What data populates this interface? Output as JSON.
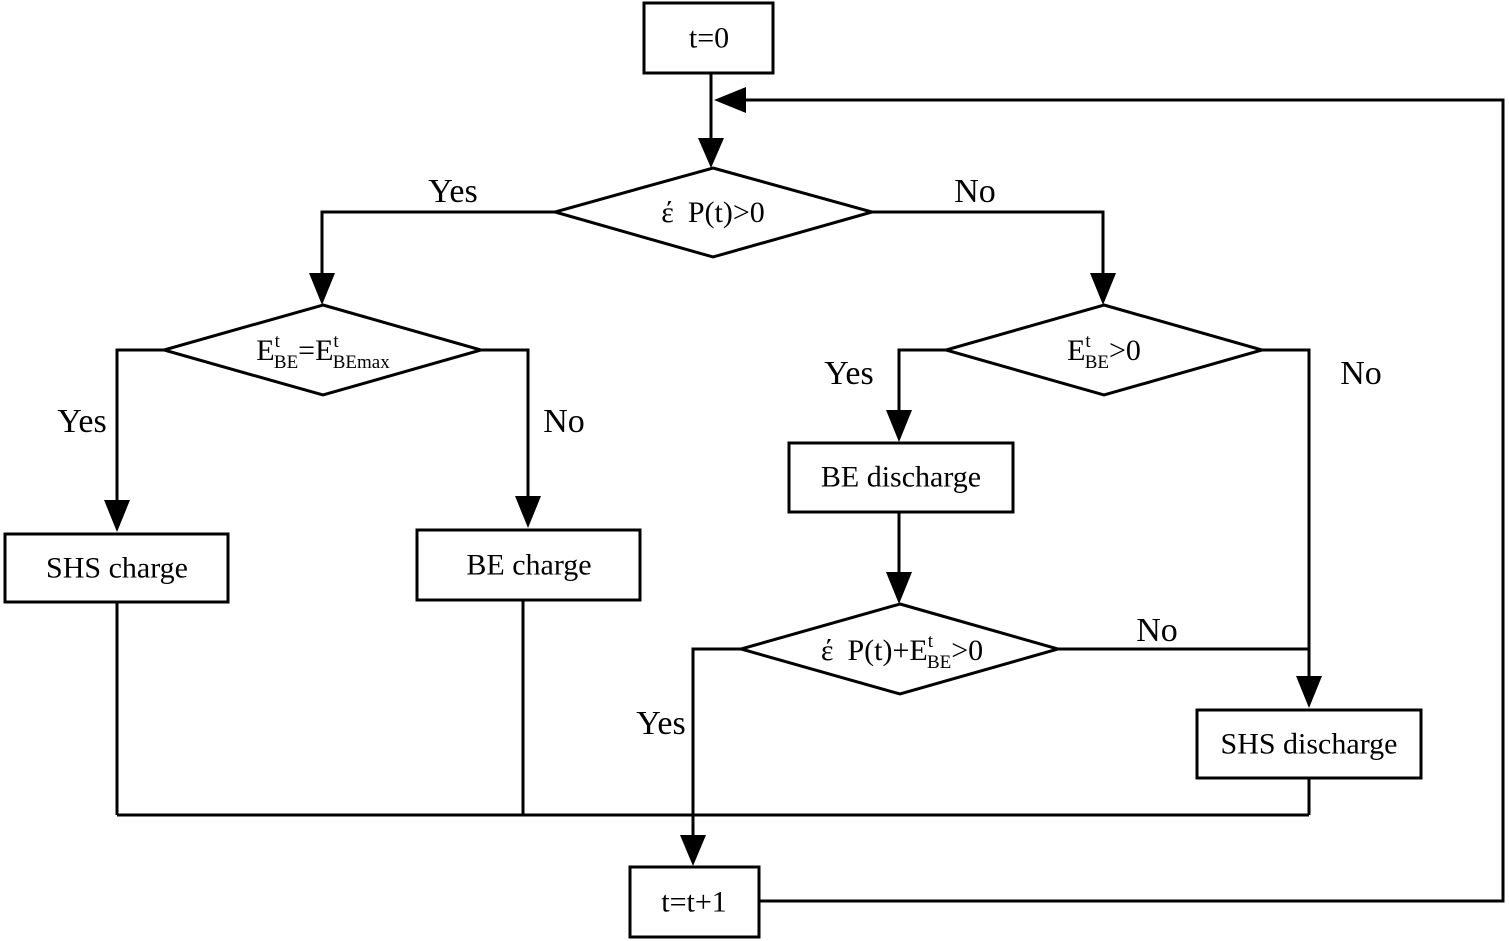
{
  "nodes": {
    "start": {
      "label": "t=0"
    },
    "cond_power": {
      "prefix": "έ",
      "label": "P(t)>0"
    },
    "cond_full": {
      "e1": "E",
      "s1": "t",
      "b1": "BE",
      "eq": "=E",
      "s2": "t",
      "b2": "BEmax"
    },
    "cond_be_pos": {
      "e1": "E",
      "s1": "t",
      "b1": "BE",
      "rest": ">0"
    },
    "shs_charge": {
      "label": "SHS charge"
    },
    "be_charge": {
      "label": "BE charge"
    },
    "be_discharge": {
      "label": "BE discharge"
    },
    "cond_combined": {
      "prefix": "έ",
      "p": "P(t)+E",
      "s1": "t",
      "b1": "BE",
      "rest": ">0"
    },
    "shs_discharge": {
      "label": "SHS discharge"
    },
    "increment": {
      "label": "t=t+1"
    }
  },
  "edges": {
    "power_yes": "Yes",
    "power_no": "No",
    "full_yes": "Yes",
    "full_no": "No",
    "be_pos_yes": "Yes",
    "be_pos_no": "No",
    "combined_yes": "Yes",
    "combined_no": "No"
  }
}
